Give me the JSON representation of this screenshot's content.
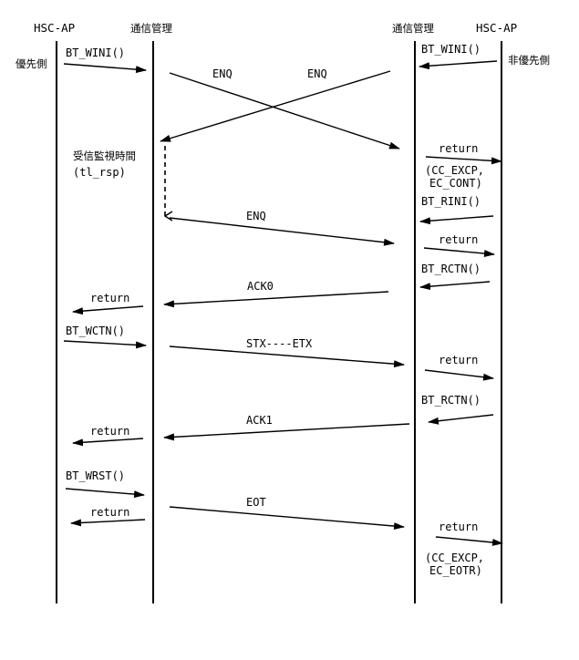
{
  "headers": {
    "left_ap": "HSC-AP",
    "left_comm": "通信管理",
    "right_comm": "通信管理",
    "right_ap": "HSC-AP"
  },
  "sides": {
    "priority": "優先側",
    "non_priority": "非優先側"
  },
  "timer": {
    "line1": "受信監視時間",
    "line2": "(tl_rsp)"
  },
  "messages": {
    "bt_wini_left": "BT_WINI()",
    "bt_wini_right": "BT_WINI()",
    "enq_left": "ENQ",
    "enq_right": "ENQ",
    "return_r1": "return",
    "cc_excp_1": "(CC_EXCP,",
    "ec_cont": "EC_CONT)",
    "bt_rini": "BT_RINI()",
    "enq_2": "ENQ",
    "return_r2": "return",
    "bt_rctn_1": "BT_RCTN()",
    "ack0": "ACK0",
    "return_l1": "return",
    "bt_wctn": "BT_WCTN()",
    "stx_etx": "STX----ETX",
    "return_r3": "return",
    "bt_rctn_2": "BT_RCTN()",
    "ack1": "ACK1",
    "return_l2": "return",
    "bt_wrst": "BT_WRST()",
    "return_l3": "return",
    "eot": "EOT",
    "return_r4": "return",
    "cc_excp_2": "(CC_EXCP,",
    "ec_eotr": "EC_EOTR)"
  }
}
